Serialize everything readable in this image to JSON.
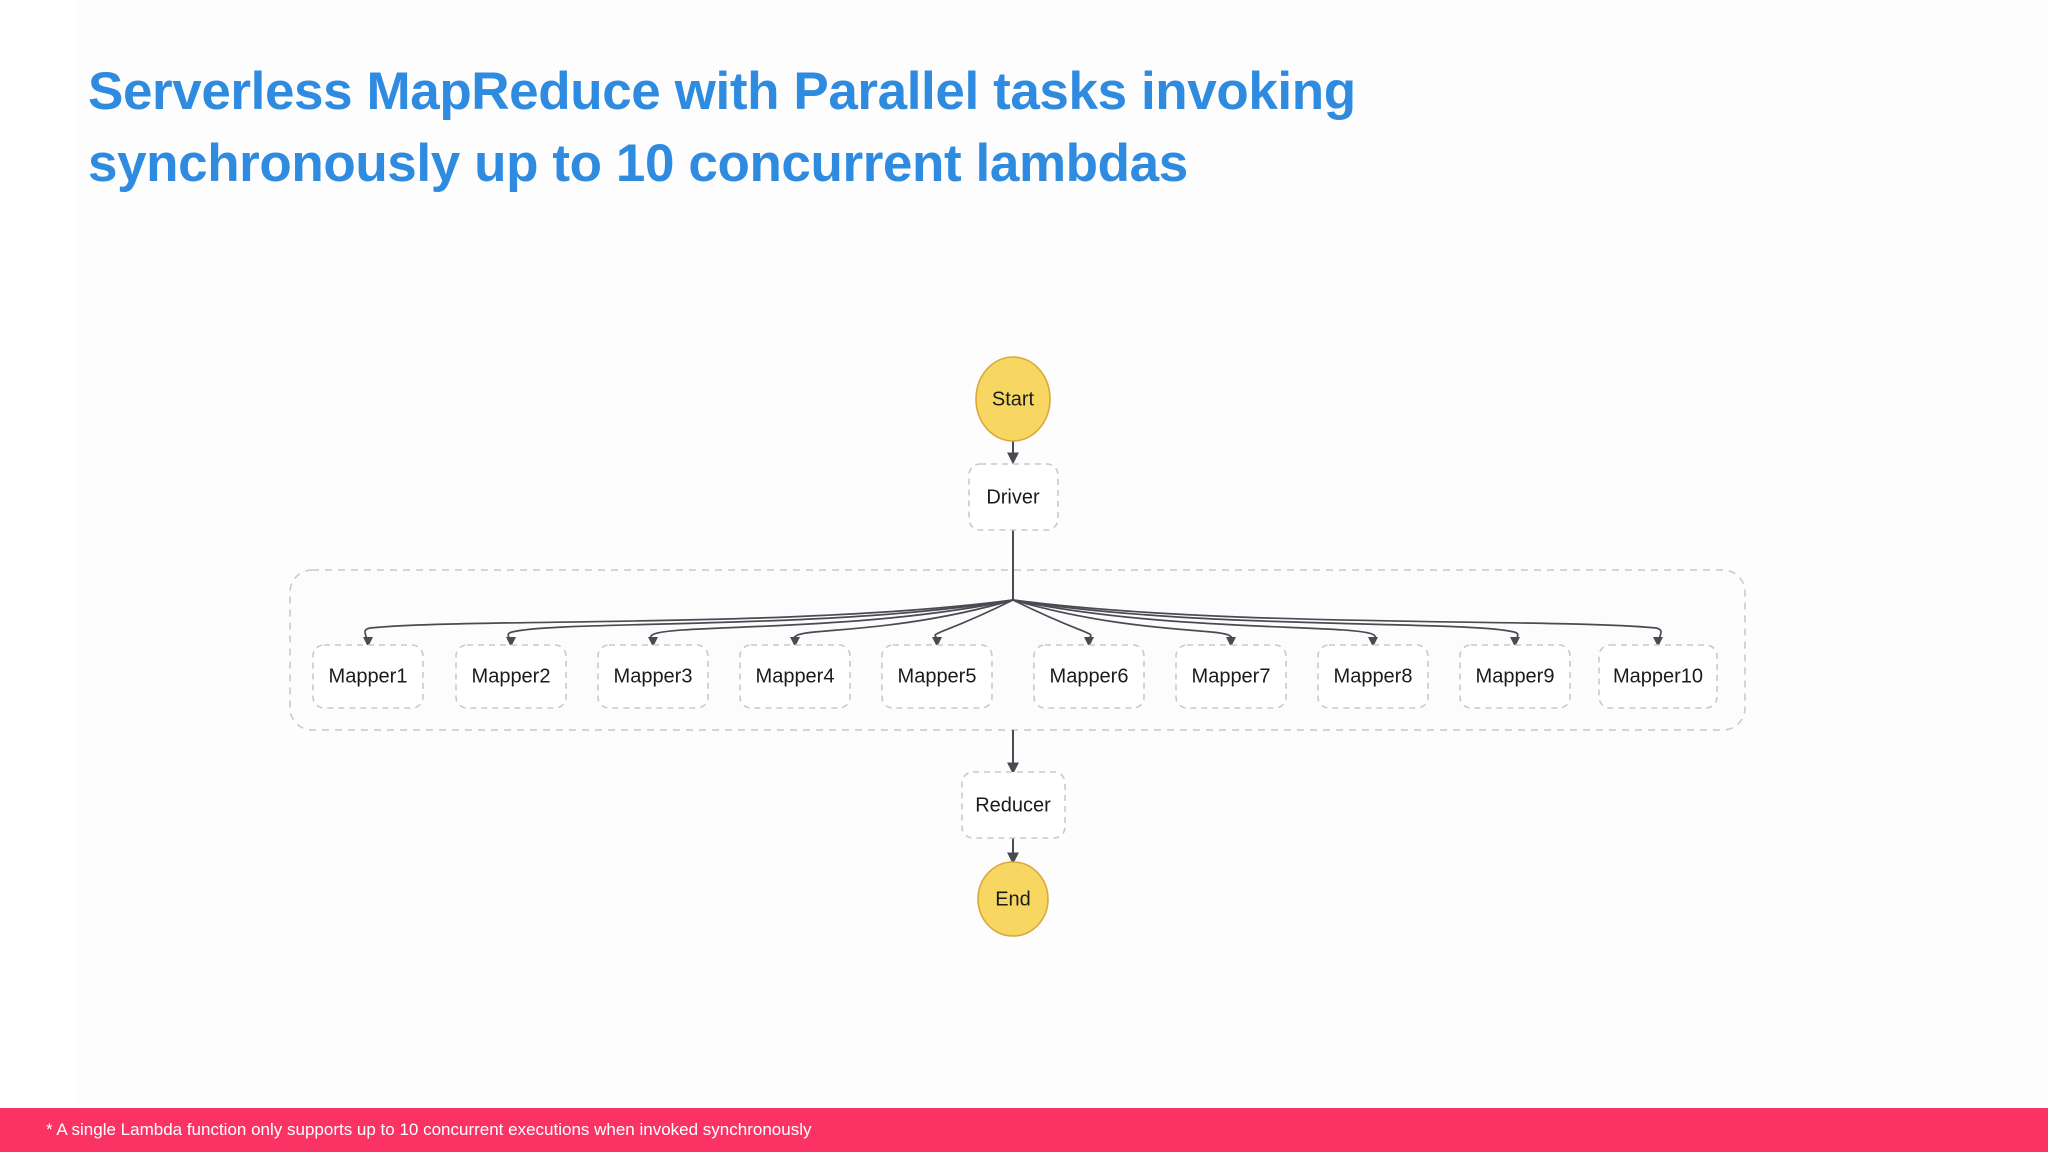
{
  "slide": {
    "title": "Serverless MapReduce with Parallel tasks invoking\nsynchronously up to 10 concurrent lambdas",
    "title_color": "#2E8BE0",
    "background_color": "#FDFDFD"
  },
  "footnote": {
    "text": "* A single Lambda function only supports up to 10 concurrent executions when invoked synchronously",
    "bar_color": "#FB3364",
    "text_color": "#FFFFFF"
  },
  "diagram": {
    "type": "flowchart",
    "orientation": "top-to-bottom",
    "terminal_fill": "#F7D762",
    "terminal_stroke": "#D9A93C",
    "node_fill": "#FFFFFF",
    "node_stroke": "#C9C9CF",
    "edge_color": "#4A4A52",
    "container_stroke": "#C9C9CF",
    "container_fill": "#FCFCFD",
    "start": {
      "label": "Start",
      "shape": "ellipse"
    },
    "driver": {
      "label": "Driver",
      "shape": "rounded-rect-dashed"
    },
    "reducer": {
      "label": "Reducer",
      "shape": "rounded-rect-dashed"
    },
    "end": {
      "label": "End",
      "shape": "ellipse"
    },
    "parallel_container": {
      "label": "",
      "shape": "rounded-rect-dashed"
    },
    "mappers": [
      {
        "label": "Mapper1"
      },
      {
        "label": "Mapper2"
      },
      {
        "label": "Mapper3"
      },
      {
        "label": "Mapper4"
      },
      {
        "label": "Mapper5"
      },
      {
        "label": "Mapper6"
      },
      {
        "label": "Mapper7"
      },
      {
        "label": "Mapper8"
      },
      {
        "label": "Mapper9"
      },
      {
        "label": "Mapper10"
      }
    ],
    "edges": [
      {
        "from": "Start",
        "to": "Driver"
      },
      {
        "from": "Driver",
        "to": "Mapper1"
      },
      {
        "from": "Driver",
        "to": "Mapper2"
      },
      {
        "from": "Driver",
        "to": "Mapper3"
      },
      {
        "from": "Driver",
        "to": "Mapper4"
      },
      {
        "from": "Driver",
        "to": "Mapper5"
      },
      {
        "from": "Driver",
        "to": "Mapper6"
      },
      {
        "from": "Driver",
        "to": "Mapper7"
      },
      {
        "from": "Driver",
        "to": "Mapper8"
      },
      {
        "from": "Driver",
        "to": "Mapper9"
      },
      {
        "from": "Driver",
        "to": "Mapper10"
      },
      {
        "from": "Mappers",
        "to": "Reducer"
      },
      {
        "from": "Reducer",
        "to": "End"
      }
    ]
  }
}
